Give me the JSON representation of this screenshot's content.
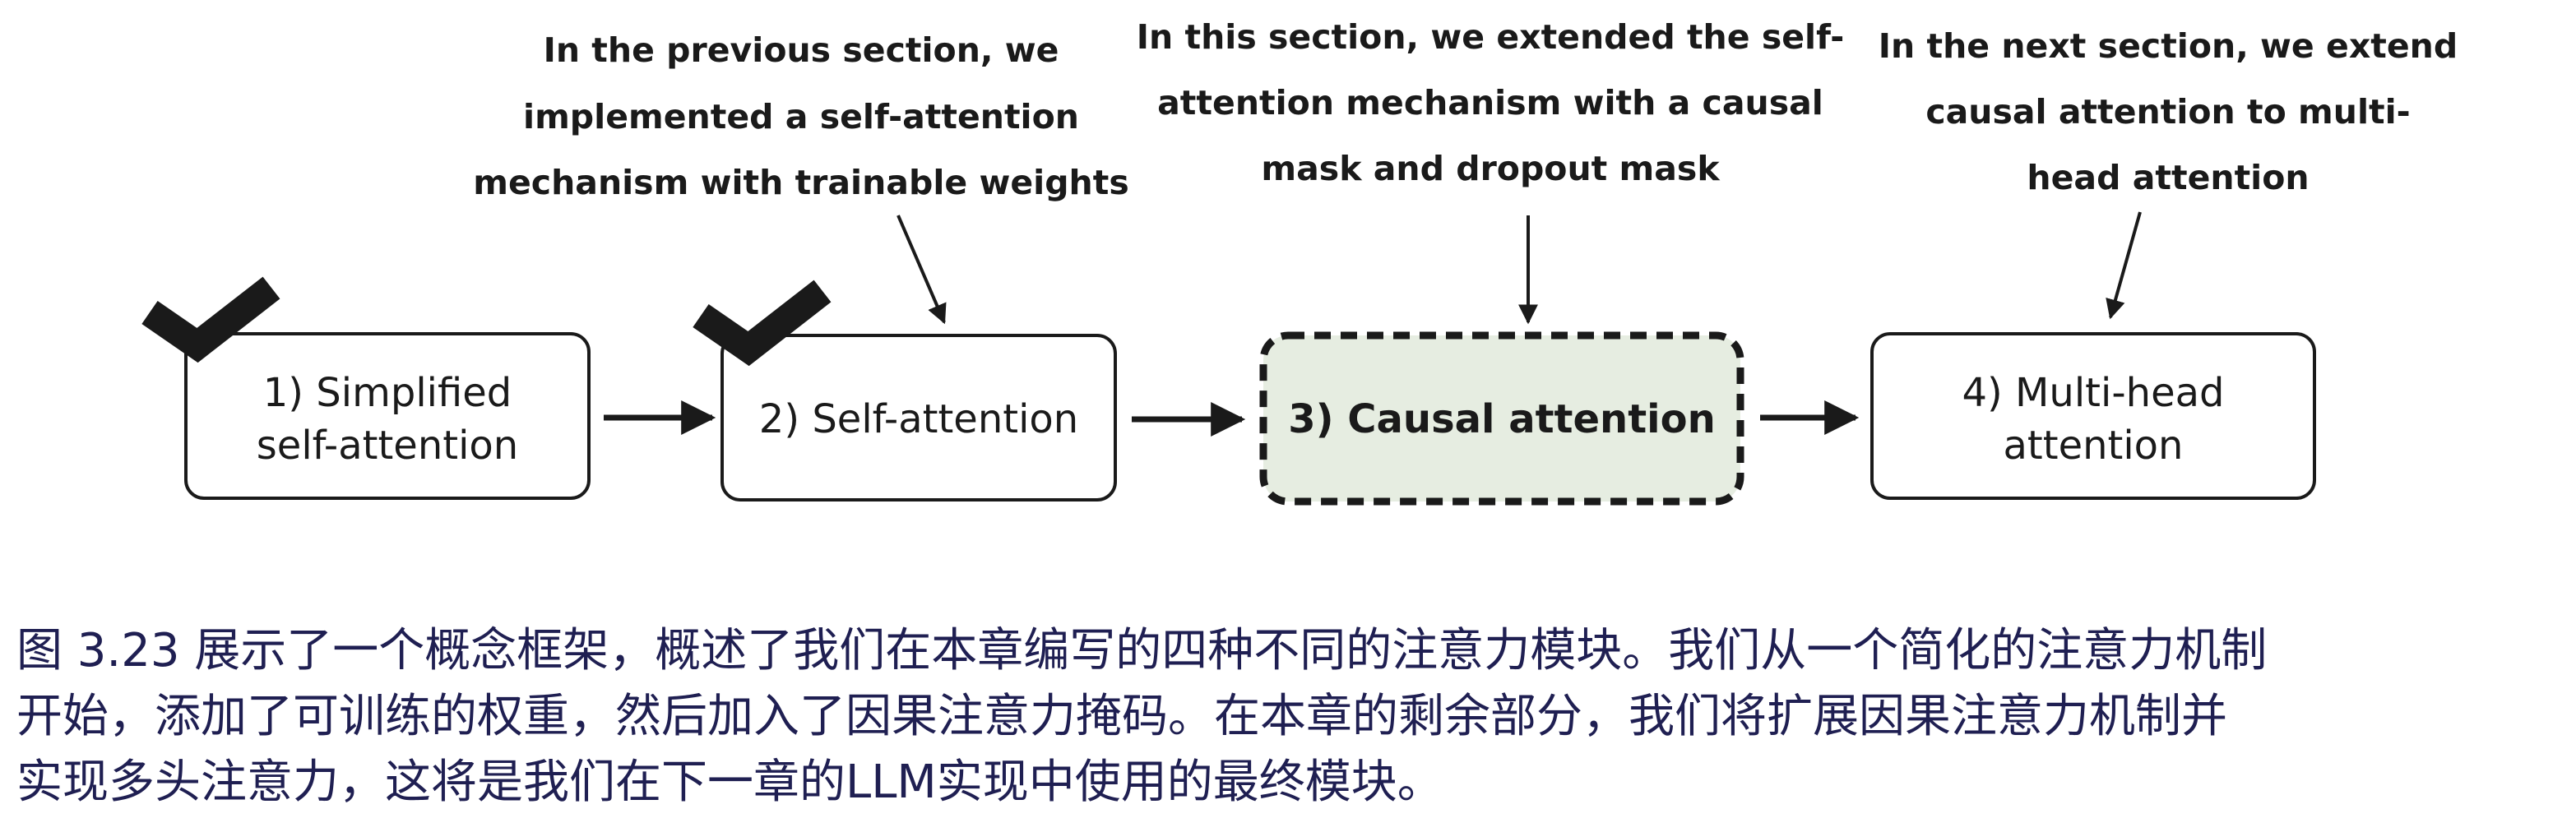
{
  "diagram": {
    "annotations": {
      "previous": [
        "In the previous section, we",
        "implemented a self-attention",
        "mechanism with trainable weights"
      ],
      "current": [
        "In this section, we extended the self-",
        "attention mechanism with a causal",
        "mask and dropout mask"
      ],
      "next": [
        "In the next section, we extend",
        "causal attention to multi-",
        "head attention"
      ]
    },
    "steps": [
      {
        "lines": [
          "1) Simplified",
          "self-attention"
        ],
        "completed": true,
        "highlighted": false
      },
      {
        "lines": [
          "2) Self-attention"
        ],
        "completed": true,
        "highlighted": false
      },
      {
        "lines": [
          "3) Causal attention"
        ],
        "completed": false,
        "highlighted": true
      },
      {
        "lines": [
          "4) Multi-head",
          "attention"
        ],
        "completed": false,
        "highlighted": false
      }
    ],
    "colors": {
      "highlight_fill": "#e6ede1",
      "stroke": "#1a1a1a",
      "caption_text": "#1f1f52"
    }
  },
  "caption": {
    "lines": [
      "图 3.23 展示了一个概念框架，概述了我们在本章编写的四种不同的注意力模块。我们从一个简化的注意力机制",
      "开始，添加了可训练的权重，然后加入了因果注意力掩码。在本章的剩余部分，我们将扩展因果注意力机制并",
      "实现多头注意力，这将是我们在下一章的LLM实现中使用的最终模块。"
    ]
  }
}
